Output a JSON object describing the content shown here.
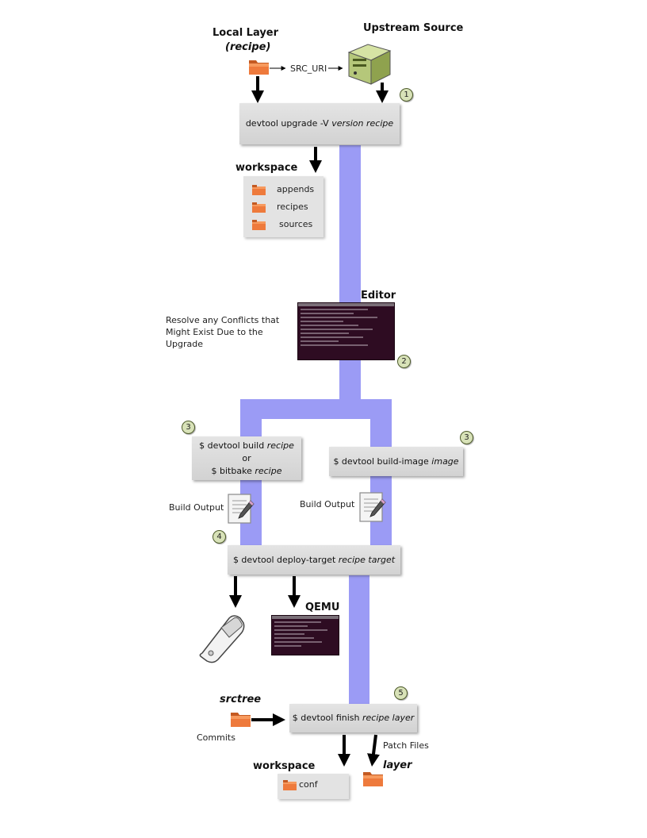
{
  "headings": {
    "local_layer": "Local Layer",
    "recipe_paren": "(recipe)",
    "upstream_source": "Upstream Source",
    "workspace_top": "workspace",
    "editor": "Editor",
    "qemu": "QEMU",
    "srctree": "srctree",
    "workspace_bottom": "workspace",
    "layer": "layer"
  },
  "labels": {
    "src_uri": "SRC_URI",
    "resolve_line1": "Resolve any Conflicts that",
    "resolve_line2": "Might Exist Due to the",
    "resolve_line3": "Upgrade",
    "build_output_left": "Build Output",
    "build_output_right": "Build Output",
    "commits": "Commits",
    "patch_files": "Patch Files"
  },
  "workspace_items": [
    "appends",
    "recipes",
    "sources"
  ],
  "workspace_bottom_items": [
    "conf"
  ],
  "commands": {
    "upgrade": {
      "prefix": "devtool upgrade -V ",
      "italic": "version recipe"
    },
    "build": {
      "prefix": "$ devtool build ",
      "italic": "recipe",
      "or": "or",
      "prefix2": "$ bitbake ",
      "italic2": "recipe"
    },
    "build_image": {
      "prefix": "$ devtool build-image ",
      "italic": "image"
    },
    "deploy": {
      "prefix": "$ devtool deploy-target ",
      "italic": "recipe target"
    },
    "finish": {
      "prefix": "$ devtool finish ",
      "italic": "recipe layer"
    }
  },
  "badges": [
    "1",
    "2",
    "3",
    "3",
    "4",
    "5"
  ],
  "icons": [
    "folder-icon",
    "server-icon",
    "terminal-icon",
    "document-pencil-icon",
    "phone-device-icon"
  ],
  "colors": {
    "flow": "#9b9bf5",
    "box": "#d9d9d9",
    "badge": "#d8e2b8",
    "terminal": "#2e0c22",
    "folder": "#e8743a"
  }
}
